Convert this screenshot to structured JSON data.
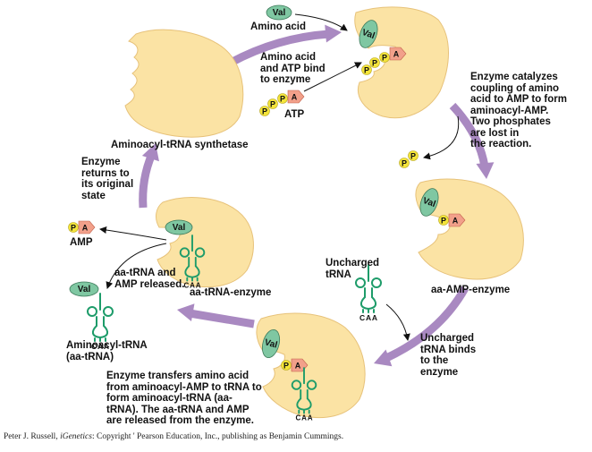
{
  "colors": {
    "enzyme": "#fbe3a4",
    "enzyme_edge": "#e7c27a",
    "cycle_arrow": "#a989c1",
    "amino_acid": "#7fc7a2",
    "phosphate": "#f4e43a",
    "adenosine": "#f2a08a",
    "trna": "#1e9c6a"
  },
  "molecules": {
    "amino_acid": "Val",
    "phosphate": "P",
    "adenosine": "A",
    "anticodon": [
      "C",
      "A",
      "A"
    ]
  },
  "labels": {
    "amino_acid": "Amino acid",
    "atp": "ATP",
    "bind": "Amino acid\nand ATP bind\nto enzyme",
    "synthetase": "Aminoacyl-tRNA synthetase",
    "catalyze": "Enzyme catalyzes\ncoupling of amino\nacid to AMP to form\naminoacyl-AMP.\nTwo phosphates\nare lost in\nthe reaction.",
    "aa_amp_enzyme": "aa-AMP-enzyme",
    "uncharged_trna": "Uncharged\ntRNA",
    "uncharged_binds": "Uncharged\ntRNA binds\nto the\nenzyme",
    "transfer": "Enzyme transfers amino acid\nfrom aminoacyl-AMP to tRNA to\nform aminoacyl-tRNA (aa-\ntRNA). The aa-tRNA and AMP\nare released from the enzyme.",
    "aa_trna_enzyme": "aa-tRNA-enzyme",
    "released": "aa-tRNA and\nAMP released.",
    "amp": "AMP",
    "aminoacyl_trna": "Aminoacyl-tRNA\n(aa-tRNA)",
    "returns": "Enzyme\nreturns to\nits original\nstate"
  },
  "credit": {
    "author": "Peter J. Russell,",
    "book": "iGenetics",
    "rest": ": Copyright ' Pearson Education, Inc., publishing as Benjamin Cummings."
  }
}
